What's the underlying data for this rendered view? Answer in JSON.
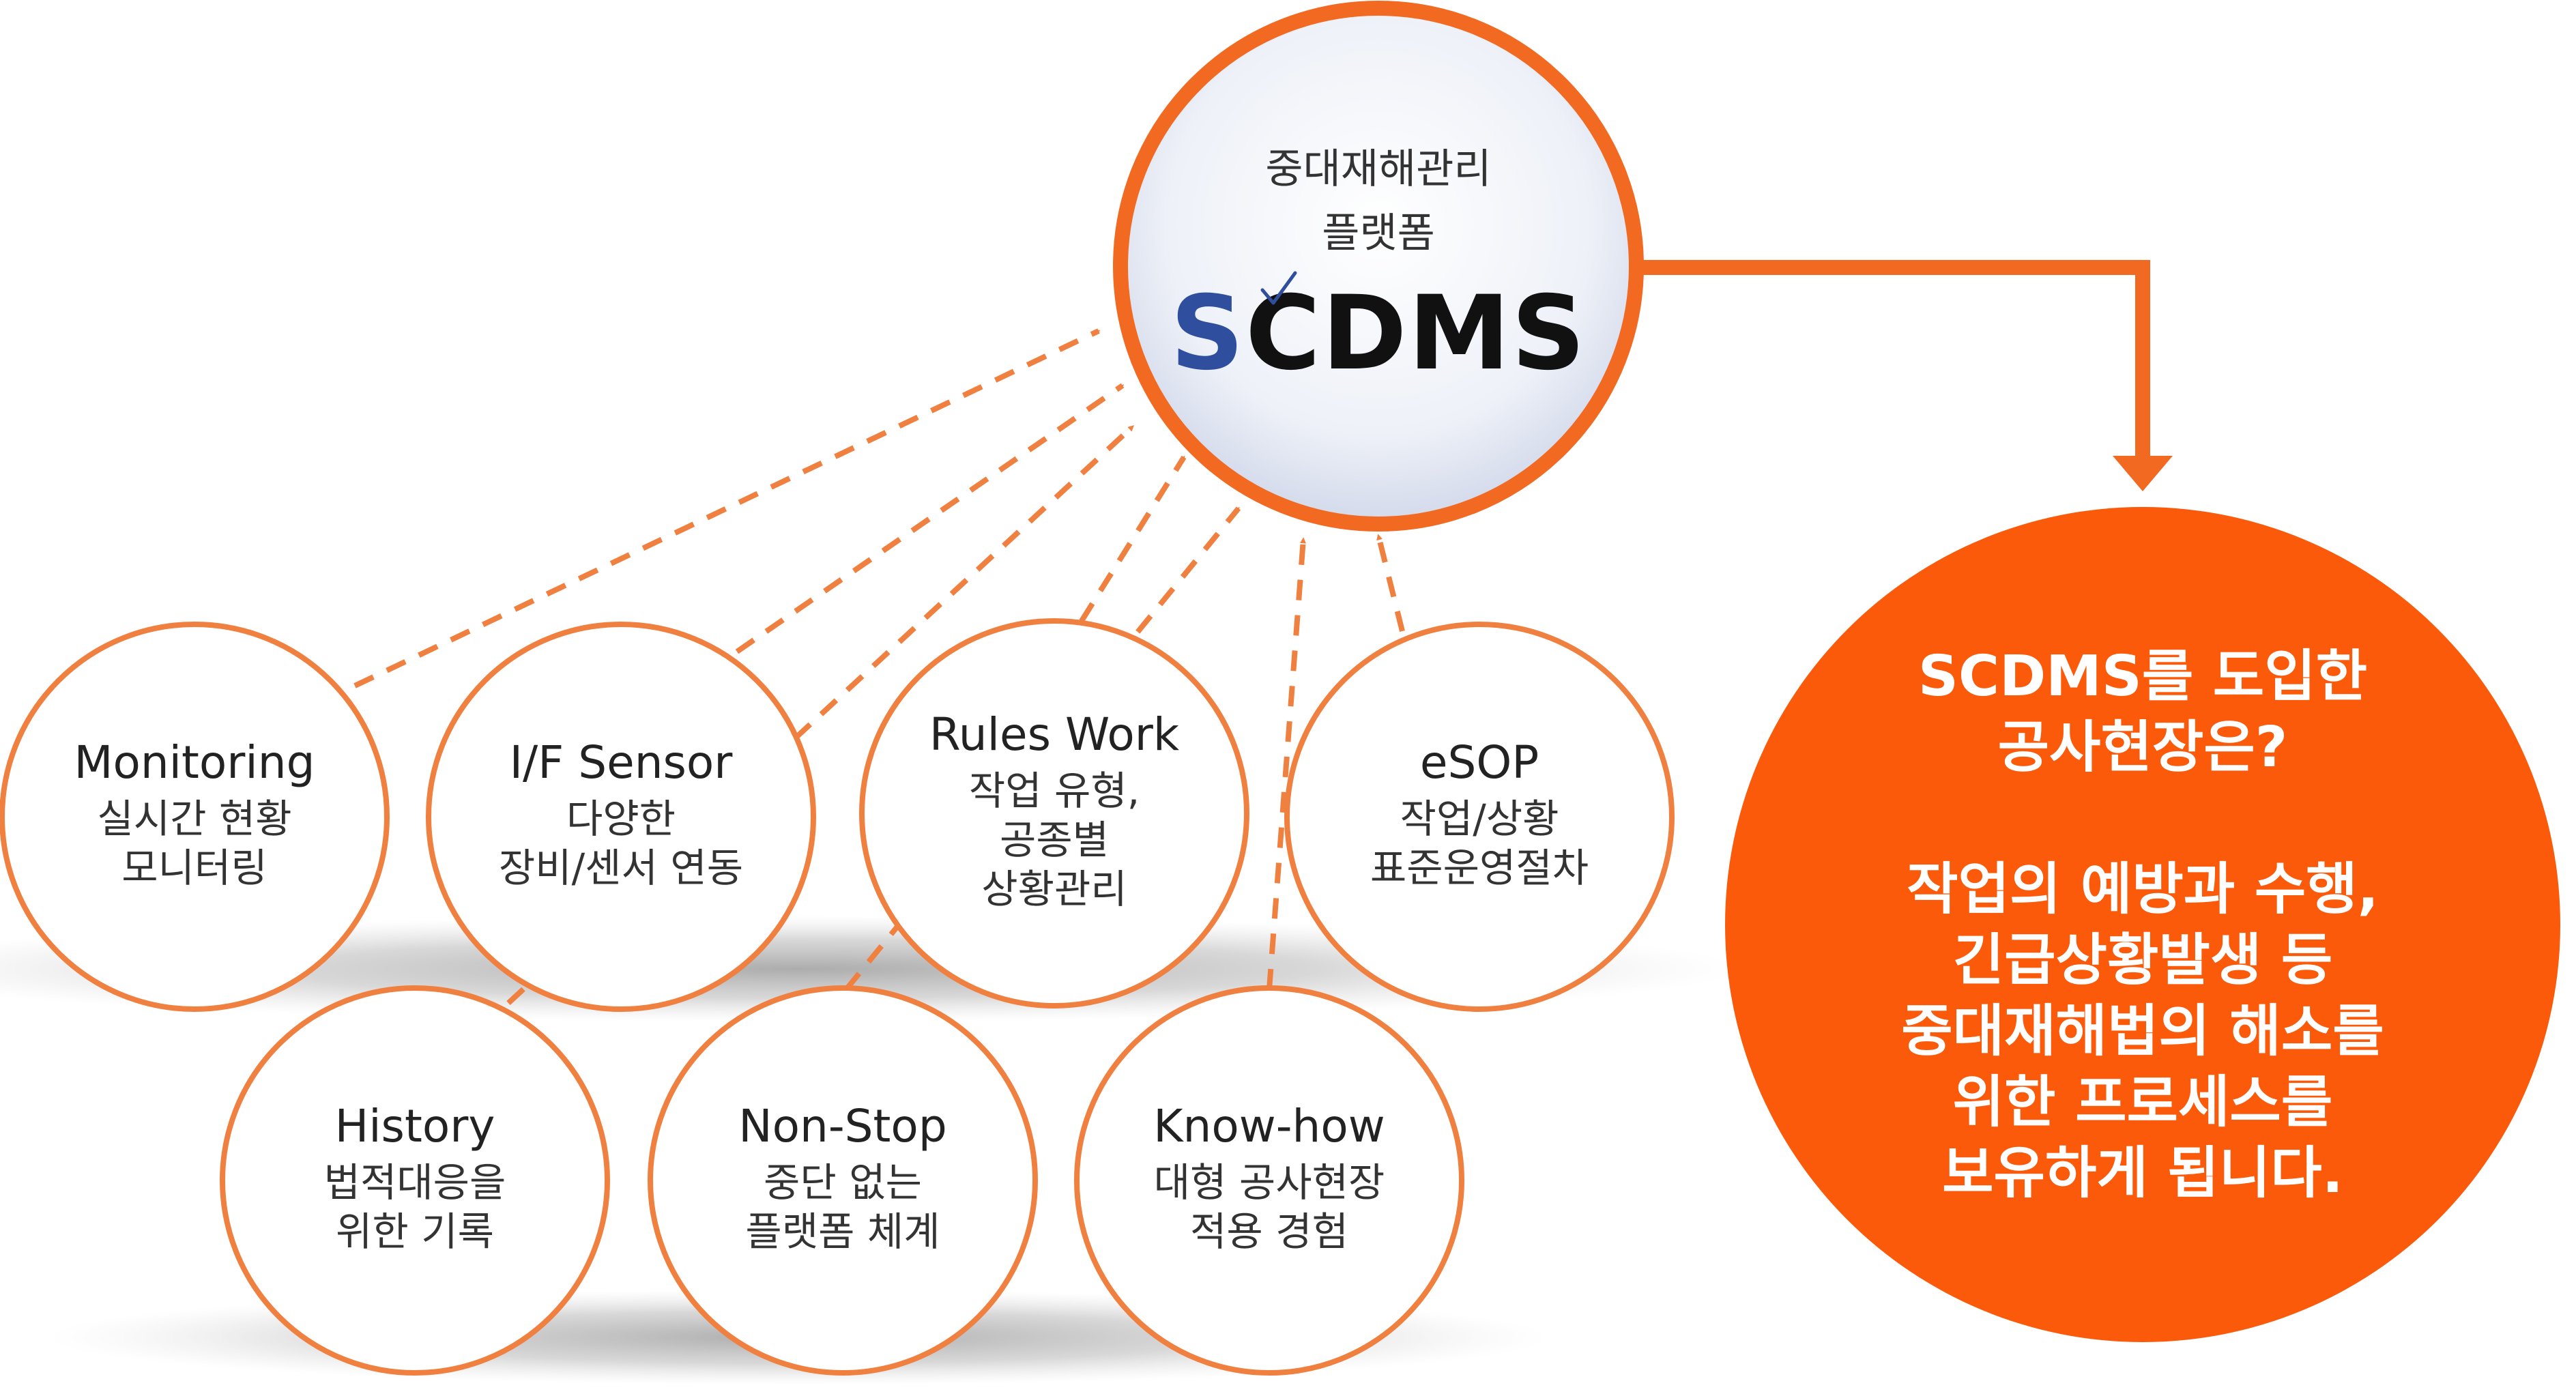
{
  "platform": {
    "subtitle_lines": [
      "중대재해관리",
      "플랫폼"
    ],
    "brand_first_letter": "S",
    "brand_rest": "CDMS",
    "check_icon": "checkmark-icon",
    "colors": {
      "ring": "#f26a22",
      "brand_s": "#2f4f9e",
      "brand_rest": "#111111"
    }
  },
  "features": [
    {
      "id": "monitoring",
      "title": "Monitoring",
      "lines": [
        "실시간 현황",
        "모니터링"
      ]
    },
    {
      "id": "if-sensor",
      "title": "I/F Sensor",
      "lines": [
        "다양한",
        "장비/센서 연동"
      ]
    },
    {
      "id": "rules-work",
      "title": "Rules Work",
      "lines": [
        "작업 유형,",
        "공종별",
        "상황관리"
      ]
    },
    {
      "id": "esop",
      "title": "eSOP",
      "lines": [
        "작업/상황",
        "표준운영절차"
      ]
    },
    {
      "id": "history",
      "title": "History",
      "lines": [
        "법적대응을",
        "위한 기록"
      ]
    },
    {
      "id": "non-stop",
      "title": "Non-Stop",
      "lines": [
        "중단 없는",
        "플랫폼 체계"
      ]
    },
    {
      "id": "know-how",
      "title": "Know-how",
      "lines": [
        "대형 공사현장",
        "적용 경험"
      ]
    }
  ],
  "result": {
    "lines": [
      "SCDMS를 도입한",
      "공사현장은?",
      "",
      "작업의 예방과 수행,",
      "긴급상황발생 등",
      "중대재해법의 해소를",
      "위한 프로세스를",
      "보유하게 됩니다."
    ],
    "colors": {
      "fill": "#fa5a0a",
      "text": "#ffffff"
    }
  },
  "colors": {
    "feature_ring": "#f08040",
    "connector": "#f08040",
    "arrow": "#f26a22",
    "shadow": "#b8b8b8"
  }
}
